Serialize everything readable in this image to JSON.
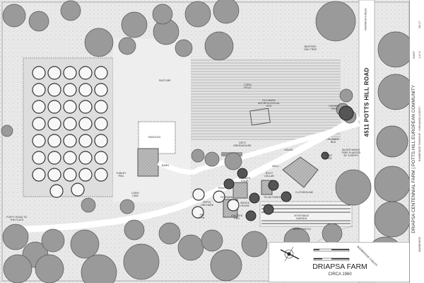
{
  "plan": {
    "title": "DRIAPSA FARM",
    "subtitle": "CIRCA 1960",
    "road": "4511 POTTS HILL ROAD",
    "road_direction_south": "BAINBRIDGE 5 MILES",
    "road_direction_north": "NORWICH 8 MILES",
    "labels": {
      "pasture": "PASTURE",
      "paddock": "PADDOCK",
      "barn": "BARN",
      "turkey_pen": "TURKEY\nPEN",
      "corn_crib": "CORN\nCRIB",
      "forty_rod": "FORTY ROAD TO\nTHE FLATS",
      "corn_field": "CORN\nFIELD",
      "old_barn": "OLD BARN\nARCHEOLOGICAL\nSITE",
      "bastred_oak": "BASTRED\nOAK TREE",
      "cherry_tree": "CHERRY\nTREE",
      "flower_bed": "FLOWER\nBED",
      "joes_greenhouse": "JOE'S\nGREENHOUSE",
      "house": "HOUSE",
      "pear_tree": "PEAR\nTREE",
      "silver_maple": "SILVER MAPLE\nTREE PLANTED\nBY JOSEPH",
      "well": "WELL",
      "root_cellar": "ROOT\nCELLAR",
      "chicken_coop": "CHICKEN\nCOOP",
      "privy": "PRIVY",
      "pig_barn": "PIG BARN",
      "smoke_house": "SMOKE\nHOUSE",
      "chicken_pen": "CHICKEN\nPEN",
      "apple_orchard": "APPLE\nORCHARD",
      "pig_pen": "PIG\nPEN",
      "plum_trees": "PLUM TREES",
      "clothesline": "CLOTHESLINE",
      "vegetable_garden": "VEGETABLE\nGARDEN",
      "berry_patch": "BERRY PATCH"
    }
  },
  "title_block": {
    "project": "DRIAPSA CENTENNIAL FARM | POTTS HILL EUROPEAN COMMUNITY",
    "location": "BAINBRIDGE TOWNSHIP  ·  CHENANGO COUNTY",
    "town": "BAINBRIDGE",
    "sheet": "3 of 10",
    "sheet_label": "SHEET",
    "drawing_no": "OH-07"
  },
  "colors": {
    "tree_fill": "#9a9a9a",
    "tree_outline": "#555555",
    "field": "#e4e4e4",
    "background": "#ececec",
    "road": "#ffffff"
  }
}
